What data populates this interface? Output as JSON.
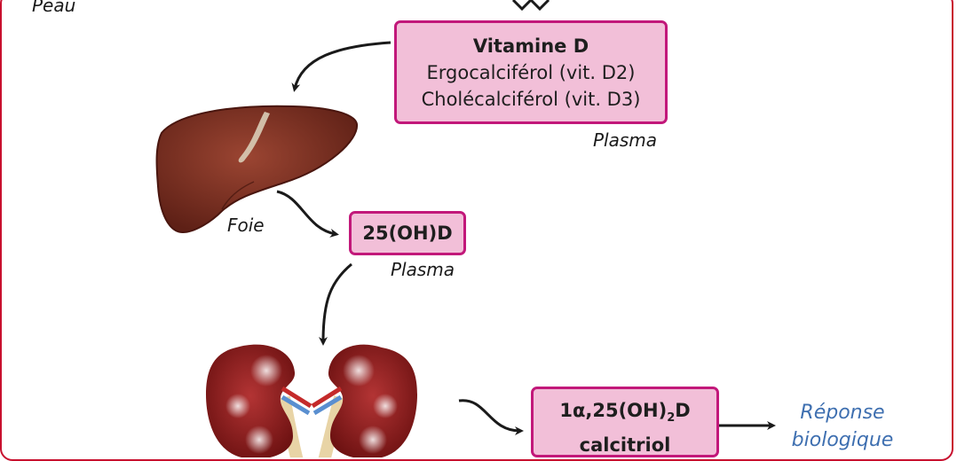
{
  "labels": {
    "skin": "Peau",
    "plasma_1": "Plasma",
    "liver": "Foie",
    "plasma_2": "Plasma"
  },
  "vitamin_box": {
    "title": "Vitamine D",
    "line1": "Ergocalciférol (vit. D2)",
    "line2": "Cholécalciférol (vit. D3)"
  },
  "box_25ohd": {
    "label": "25(OH)D"
  },
  "calcitriol_box": {
    "line1_prefix": "1",
    "line1_alpha": "α",
    "line1_mid": ",25(OH)",
    "line1_sub": "2",
    "line1_suffix": "D",
    "line2": "calcitriol"
  },
  "response": {
    "line1": "Réponse",
    "line2": "biologique"
  },
  "colors": {
    "frame": "#c8102e",
    "box_fill": "#f2bfd8",
    "box_border": "#c2187a",
    "liver": "#7a2a1f",
    "kidney": "#8b1a1a",
    "response_text": "#3e6fb0"
  },
  "icons": [
    "liver-illustration",
    "kidneys-illustration"
  ]
}
